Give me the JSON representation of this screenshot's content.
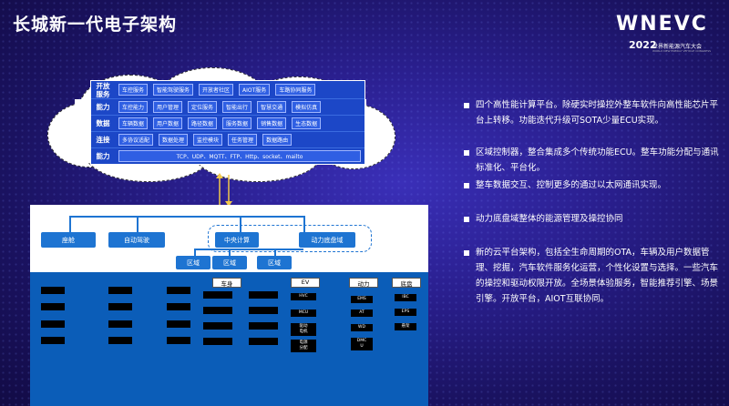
{
  "title": "长城新一代电子架构",
  "logo": {
    "wordmark": "WNEVC",
    "year": "2022",
    "subtitle": "世界新能源汽车大会",
    "subtitle_en": "WORLD NEW ENERGY VEHICLE CONGRESS"
  },
  "arch": {
    "row1": {
      "label": "开放\n服务",
      "cells": [
        "车控服务",
        "智能驾驶服务",
        "开放者社区",
        "AIOT服务",
        "车路协同服务"
      ]
    },
    "row2": {
      "label": "能力",
      "cells": [
        "车控能力",
        "用户管理",
        "定位服务",
        "智能出行",
        "智慧交通",
        "模拟仿真"
      ]
    },
    "row3": {
      "label": "数据",
      "cells": [
        "车辆数据",
        "用户数据",
        "路径数据",
        "服务数据",
        "销售数据",
        "生态数据"
      ]
    },
    "row4": {
      "label": "连接",
      "cells": [
        "多协议适配",
        "数据处理",
        "监控模块",
        "任务管理",
        "数据路由"
      ]
    },
    "row5": {
      "label": "能力",
      "proto": "TCP、UDP、MQTT、FTP、Http、socket、mailto"
    }
  },
  "vehicle": {
    "cockpit": "座舱",
    "adas": "自动驾驶",
    "central": "中央计算",
    "power_chassis": "动力底盘域",
    "zone": "区域",
    "body": "车身",
    "ev": "EV",
    "powertrain": "动力",
    "chassis": "底盘",
    "ev_items": [
      "HVC",
      "MCU",
      "驱动\n电机",
      "电源\n分配"
    ],
    "power_items": [
      "EMS",
      "AT",
      "WD",
      "DMC\nU"
    ],
    "chassis_items": [
      "IBC",
      "EPS",
      "悬架"
    ]
  },
  "bullets": [
    "四个高性能计算平台。除硬实时操控外整车软件向高性能芯片平台上转移。功能迭代升级可SOTA少量ECU实现。",
    "区域控制器，整合集成多个传统功能ECU。整车功能分配与通讯标准化、平台化。",
    "整车数据交互、控制更多的通过以太网通讯实现。",
    "动力底盘域整体的能源管理及操控协同",
    "新的云平台架构，包括全生命周期的OTA，车辆及用户数据管理、挖掘，汽车软件服务化运营，个性化设置与选择。一些汽车的操控和驱动权限开放。全场景体验服务，智能推荐引擎、场景引擎。开放平台，AIOT互联协同。"
  ],
  "colors": {
    "bg": "#2a1f8f",
    "accent": "#1e74d2",
    "arch": "#1c47c7",
    "bottom": "#0b5db8"
  }
}
